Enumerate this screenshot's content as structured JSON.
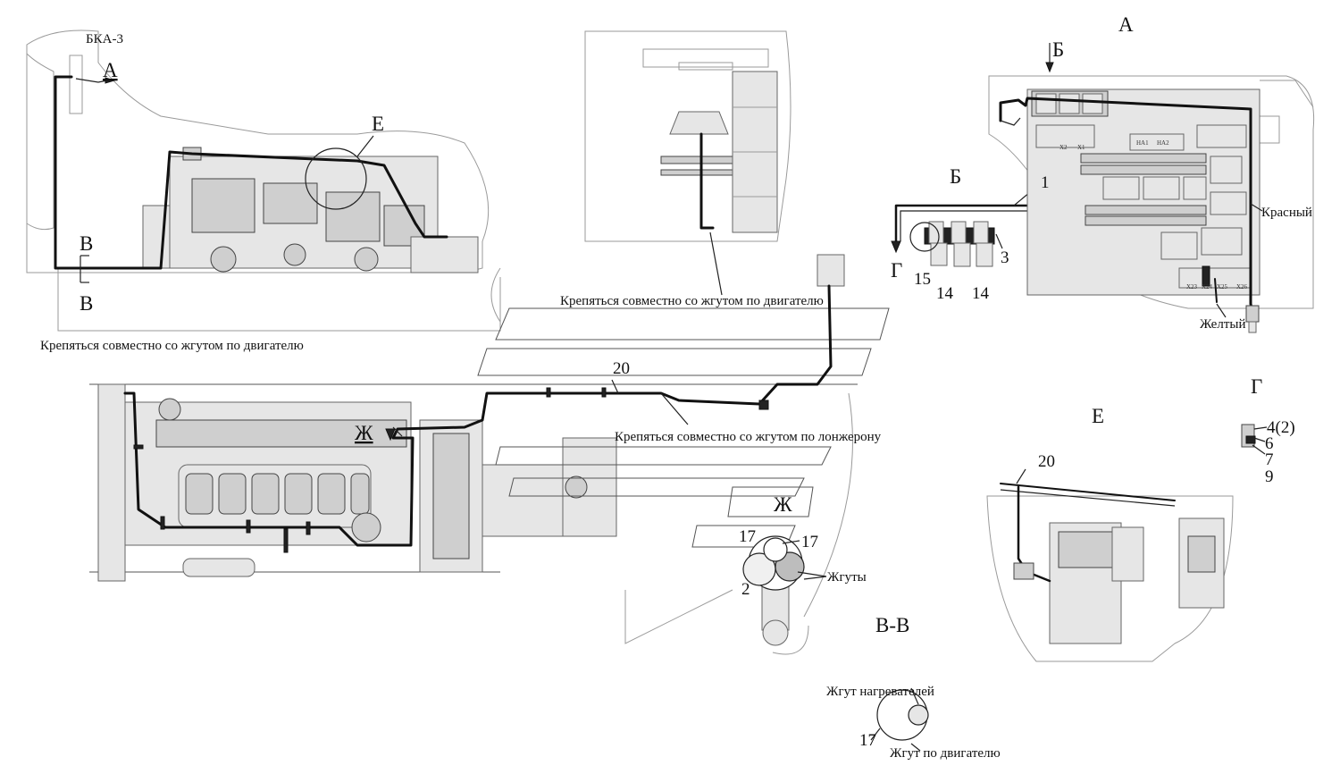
{
  "labels": {
    "bka3": "БКА-3",
    "view_a_ref": "А",
    "view_a_title": "А",
    "e_ref": "Е",
    "e_title": "Е",
    "b_ref": "Б",
    "b_title": "Б",
    "v_top": "В",
    "v_bottom": "В",
    "vv_title": "В-В",
    "g_ref": "Г",
    "g_title": "Г",
    "zh_ref": "Ж",
    "zh_title": "Ж",
    "red": "Красный",
    "yellow": "Желтый",
    "harnesses": "Жгуты",
    "heater_harness": "Жгут нагревателей",
    "engine_harness": "Жгут по двигателю"
  },
  "notes": {
    "attach_engine_left": "Крепяться совместно со жгутом по двигателю",
    "attach_engine_center": "Крепяться совместно со жгутом по двигателю",
    "attach_longeron": "Крепяться совместно со жгутом по лонжерону"
  },
  "callouts": {
    "n1": "1",
    "n3": "3",
    "n15": "15",
    "n14a": "14",
    "n14b": "14",
    "n20a": "20",
    "n20b": "20",
    "n17a": "17",
    "n17b": "17",
    "n17c": "17",
    "n2": "2",
    "n4": "4(2)",
    "n6": "6",
    "n7": "7",
    "n9": "9"
  },
  "panel_marks": {
    "x23": "X23",
    "x24": "X24",
    "x25": "X25",
    "x26": "X26",
    "x2": "X2",
    "x1": "X1",
    "na1": "НА1",
    "na2": "НА2"
  }
}
